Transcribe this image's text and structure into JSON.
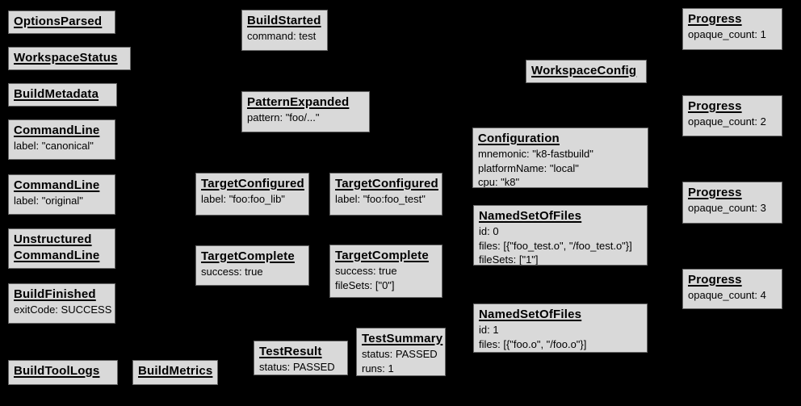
{
  "palette": {
    "background": "#000000",
    "box_fill": "#d9d9d9",
    "box_border": "#666666",
    "text": "#000000"
  },
  "boxes": [
    {
      "title": "OptionsParsed",
      "lines": []
    },
    {
      "title": "WorkspaceStatus",
      "lines": []
    },
    {
      "title": "BuildMetadata",
      "lines": []
    },
    {
      "title": "CommandLine",
      "lines": [
        "label: \"canonical\""
      ]
    },
    {
      "title": "CommandLine",
      "lines": [
        "label: \"original\""
      ]
    },
    {
      "title": "Unstructured CommandLine",
      "lines": []
    },
    {
      "title": "BuildFinished",
      "lines": [
        "exitCode: SUCCESS"
      ]
    },
    {
      "title": "BuildToolLogs",
      "lines": []
    },
    {
      "title": "BuildMetrics",
      "lines": []
    },
    {
      "title": "BuildStarted",
      "lines": [
        "command: test"
      ]
    },
    {
      "title": "PatternExpanded",
      "lines": [
        "pattern: \"foo/...\""
      ]
    },
    {
      "title": "TargetConfigured",
      "lines": [
        "label: \"foo:foo_lib\""
      ]
    },
    {
      "title": "TargetConfigured",
      "lines": [
        "label: \"foo:foo_test\""
      ]
    },
    {
      "title": "TargetComplete",
      "lines": [
        "success: true"
      ]
    },
    {
      "title": "TargetComplete",
      "lines": [
        "success: true",
        "fileSets: [\"0\"]"
      ]
    },
    {
      "title": "TestResult",
      "lines": [
        "status: PASSED"
      ]
    },
    {
      "title": "TestSummary",
      "lines": [
        "status: PASSED",
        "runs: 1"
      ]
    },
    {
      "title": "WorkspaceConfig",
      "lines": []
    },
    {
      "title": "Configuration",
      "lines": [
        "mnemonic: \"k8-fastbuild\"",
        "platformName: \"local\"",
        "cpu: \"k8\""
      ]
    },
    {
      "title": "NamedSetOfFiles",
      "lines": [
        "id: 0",
        "files: [{\"foo_test.o\", \"/foo_test.o\"}]",
        "fileSets: [\"1\"]"
      ]
    },
    {
      "title": "NamedSetOfFiles",
      "lines": [
        "id: 1",
        "files: [{\"foo.o\", \"/foo.o\"}]"
      ]
    },
    {
      "title": "Progress",
      "lines": [
        "opaque_count: 1"
      ]
    },
    {
      "title": "Progress",
      "lines": [
        "opaque_count: 2"
      ]
    },
    {
      "title": "Progress",
      "lines": [
        "opaque_count: 3"
      ]
    },
    {
      "title": "Progress",
      "lines": [
        "opaque_count: 4"
      ]
    }
  ]
}
